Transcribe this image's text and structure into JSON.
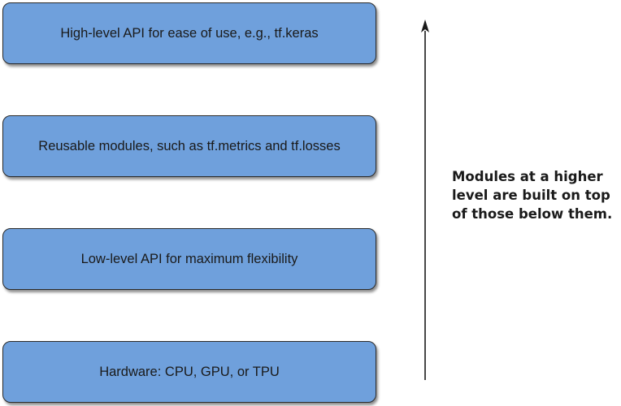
{
  "layers": [
    {
      "label": "High-level API for ease of use, e.g., tf.keras"
    },
    {
      "label": "Reusable modules, such as tf.metrics and tf.losses"
    },
    {
      "label": "Low-level API for maximum flexibility"
    },
    {
      "label": "Hardware: CPU, GPU, or TPU"
    }
  ],
  "annotation": {
    "lines": [
      "Modules at a higher",
      "level are built on top",
      "of those below them."
    ]
  },
  "colors": {
    "box_fill": "#6fa0dc",
    "box_border": "#2b2b2b",
    "arrow": "#1a1a1a"
  },
  "icons": {
    "arrow": "up-arrow"
  }
}
